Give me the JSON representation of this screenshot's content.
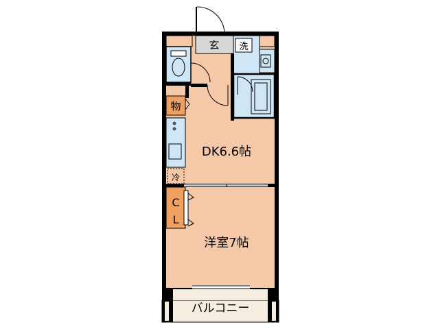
{
  "floorplan": {
    "rooms": {
      "entrance": "玄",
      "laundry": "洗",
      "storage": "物",
      "fridge": "冷",
      "dk": "DK6.6帖",
      "closet_top": "C",
      "closet_bottom": "L",
      "western": "洋室7帖",
      "balcony": "バルコニー"
    },
    "colors": {
      "floor": "#f5c8a8",
      "wet_area": "#cfe6f6",
      "closet": "#f0a060",
      "entrance_floor": "#d8d8d8",
      "balcony": "#f4ede0",
      "wall": "#000000"
    }
  }
}
